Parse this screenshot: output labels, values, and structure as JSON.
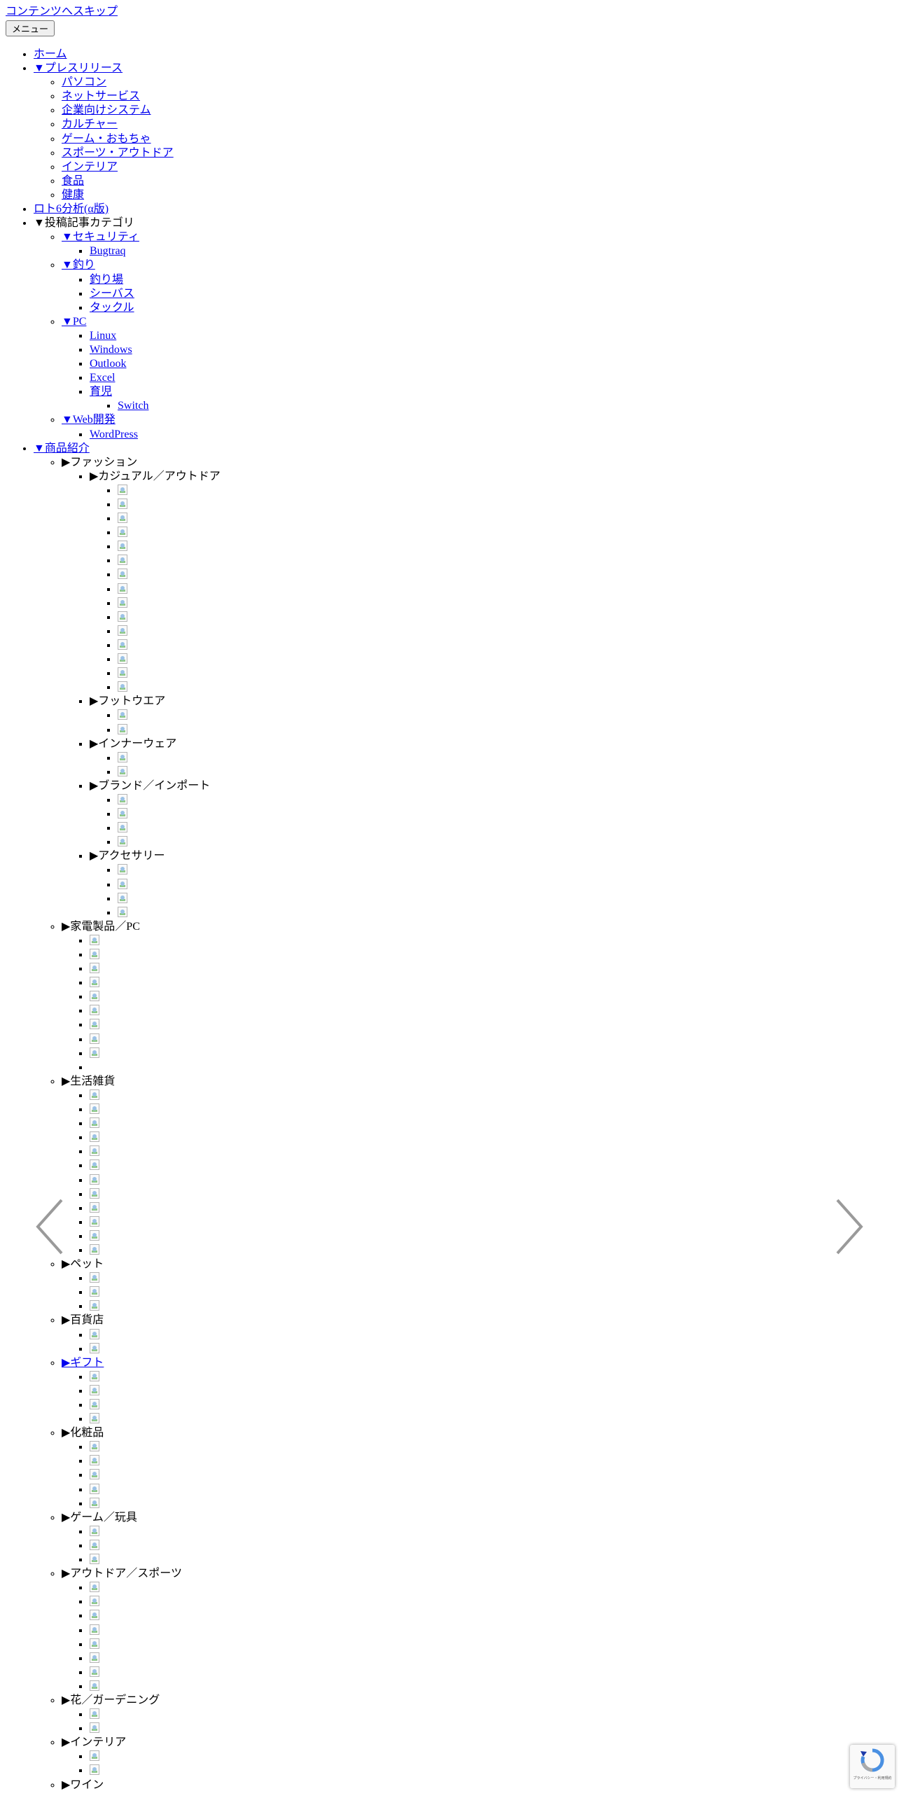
{
  "skip_link": "コンテンツへスキップ",
  "menu_button": "メニュー",
  "nav": {
    "home": "ホーム",
    "press": {
      "label": "▼プレスリリース",
      "items": [
        "パソコン",
        "ネットサービス",
        "企業向けシステム",
        "カルチャー",
        "ゲーム・おもちゃ",
        "スポーツ・アウトドア",
        "インテリア",
        "食品",
        "健康"
      ]
    },
    "loto": "ロト6分析(α版)",
    "posts": {
      "label": "▼投稿記事カテゴリ",
      "security": {
        "label": "▼セキュリティ",
        "items": [
          "Bugtraq"
        ]
      },
      "fishing": {
        "label": "▼釣り",
        "items": [
          "釣り場",
          "シーバス",
          "タックル"
        ]
      },
      "pc": {
        "label": "▼PC",
        "items": [
          "Linux",
          "Windows",
          "Outlook",
          "Excel"
        ],
        "childcare": "育児",
        "childcare_items": [
          "Switch"
        ]
      },
      "web": {
        "label": "▼Web開発",
        "items": [
          "WordPress"
        ]
      }
    },
    "products": {
      "label": "▼商品紹介",
      "fashion": {
        "label": "▶ファッション",
        "casual": {
          "label": "▶カジュアル／アウトドア",
          "count": 15
        },
        "footwear": {
          "label": "▶フットウエア",
          "count": 2
        },
        "innerwear": {
          "label": "▶インナーウェア",
          "count": 2
        },
        "brand": {
          "label": "▶ブランド／インポート",
          "count": 4
        },
        "accessory": {
          "label": "▶アクセサリー",
          "count": 4
        }
      },
      "appliances": {
        "label": "▶家電製品／PC",
        "count": 9
      },
      "daily": {
        "label": "▶生活雑貨",
        "count": 12
      },
      "pet": {
        "label": "▶ペット",
        "count": 3
      },
      "dept": {
        "label": "▶百貨店",
        "count": 2
      },
      "gift": {
        "label": "▶ギフト",
        "count": 4
      },
      "cosmetics": {
        "label": "▶化粧品",
        "count": 5
      },
      "games": {
        "label": "▶ゲーム／玩具",
        "count": 3
      },
      "outdoor": {
        "label": "▶アウトドア／スポーツ",
        "count": 8
      },
      "garden": {
        "label": "▶花／ガーデニング",
        "count": 2
      },
      "interior": {
        "label": "▶インテリア",
        "count": 2
      },
      "wine": {
        "label": "▶ワイン"
      }
    }
  },
  "colors": {
    "link": "#0000ee",
    "arrow": "#9a9a9a"
  },
  "icons": {
    "prev": "chevron-left-icon",
    "next": "chevron-right-icon",
    "recaptcha": "recaptcha-icon"
  },
  "recaptcha_text": "プライバシー・利用規約"
}
